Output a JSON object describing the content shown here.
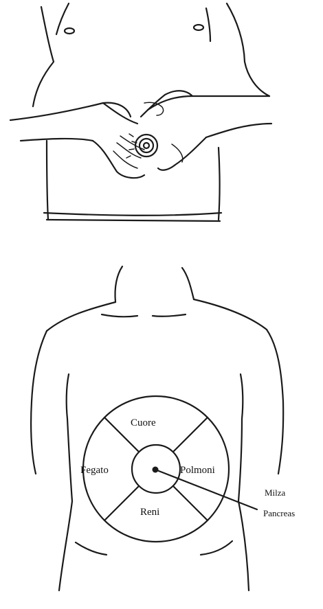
{
  "diagram": {
    "zones": {
      "top": "Cuore",
      "left": "Fegato",
      "right": "Polmoni",
      "bottom": "Reni",
      "center_callout": "Milza",
      "center_callout_2": "Pancreas"
    }
  }
}
